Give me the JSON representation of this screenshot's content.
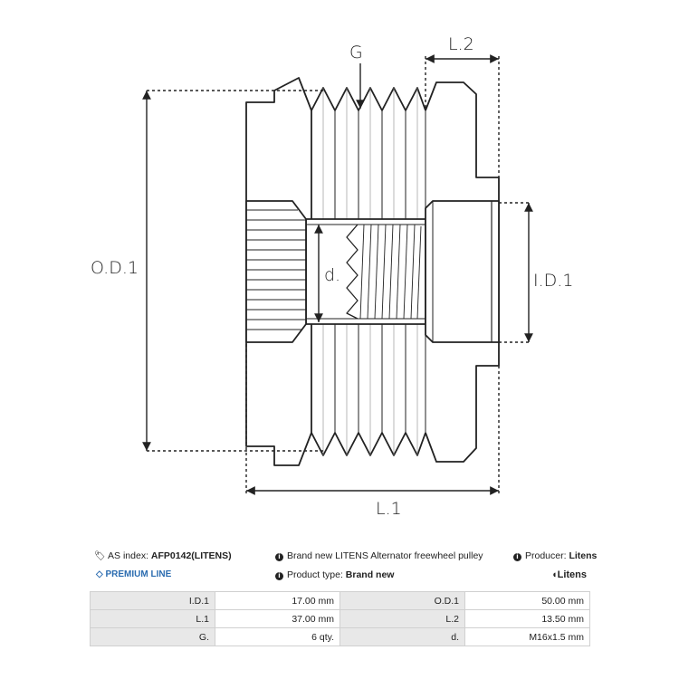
{
  "drawing": {
    "labels": {
      "g": "G",
      "l2": "L.2",
      "od1": "O.D.1",
      "id1": "I.D.1",
      "d": "d.",
      "l1": "L.1"
    }
  },
  "info": {
    "as_index_label": "AS index:",
    "as_index_value": "AFP0142(LITENS)",
    "description": "Brand new LITENS Alternator freewheel pulley",
    "producer_label": "Producer:",
    "producer_value": "Litens",
    "premium_line": "PREMIUM LINE",
    "product_type_label": "Product type:",
    "product_type_value": "Brand new",
    "logo": "Litens"
  },
  "specs": [
    [
      {
        "label": "I.D.1",
        "value": "17.00 mm"
      },
      {
        "label": "O.D.1",
        "value": "50.00 mm"
      }
    ],
    [
      {
        "label": "L.1",
        "value": "37.00 mm"
      },
      {
        "label": "L.2",
        "value": "13.50 mm"
      }
    ],
    [
      {
        "label": "G.",
        "value": "6 qty."
      },
      {
        "label": "d.",
        "value": "M16x1.5 mm"
      }
    ]
  ]
}
